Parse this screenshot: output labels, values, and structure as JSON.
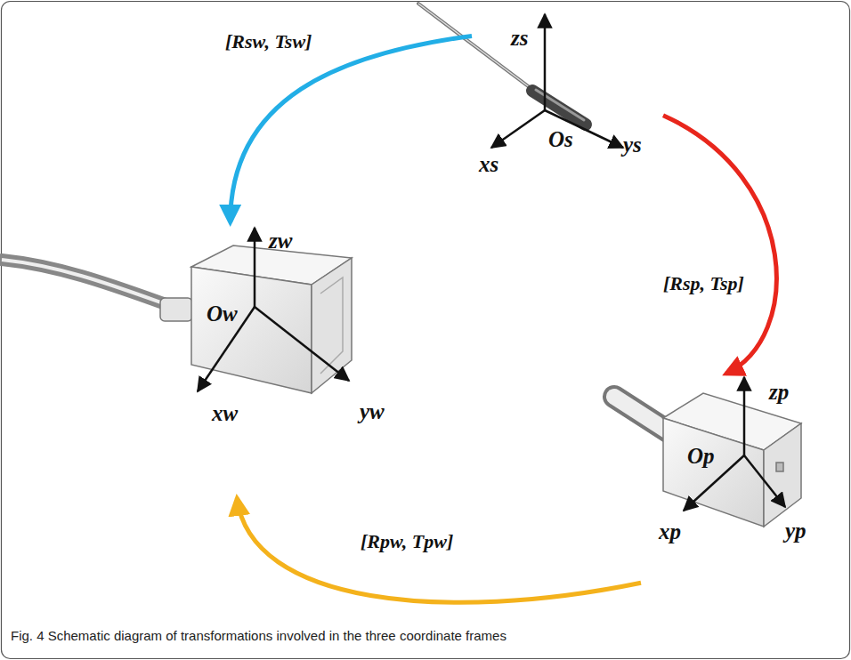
{
  "diagram": {
    "caption": "Fig. 4 Schematic diagram of transformations involved in the three coordinate frames",
    "nodes": [
      {
        "text": [
          "zs",
          "ys",
          "xs",
          "Os"
        ]
      },
      {
        "text": [
          "zw",
          "Ow",
          "xw",
          "yw"
        ]
      },
      {
        "text": [
          "zp",
          "Op",
          "xp",
          "yp"
        ]
      }
    ],
    "edges": [
      {
        "from": 0,
        "to": 1,
        "arrow": "to",
        "label": "[Rsw, Tsw]"
      },
      {
        "from": 0,
        "to": 2,
        "arrow": "to",
        "label": "[Rsp, Tsp]"
      },
      {
        "from": 2,
        "to": 1,
        "arrow": "to",
        "label": "[Rpw, Tpw]"
      }
    ]
  }
}
